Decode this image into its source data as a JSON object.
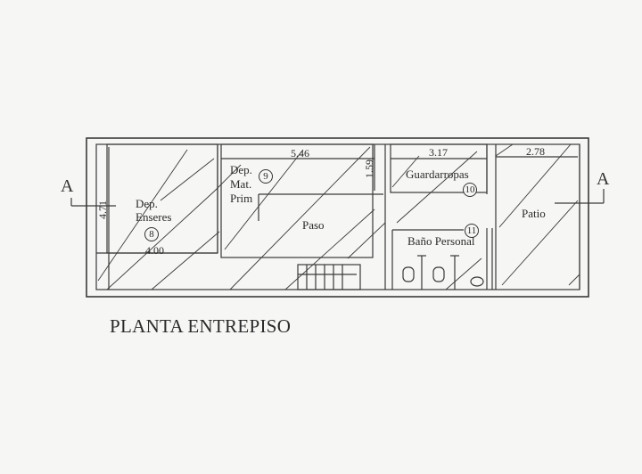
{
  "title": "PLANTA ENTREPISO",
  "section_marker": {
    "left": "A",
    "right": "A"
  },
  "rooms": [
    {
      "id": "8",
      "name_line1": "Dep.",
      "name_line2": "Enseres"
    },
    {
      "id": "9",
      "name_line1": "Dep.",
      "name_line2": "Mat.",
      "name_line3": "Prim"
    },
    {
      "id": "",
      "name": "Paso"
    },
    {
      "id": "10",
      "name": "Guardarropas"
    },
    {
      "id": "11",
      "name": "Baño Personal"
    },
    {
      "id": "",
      "name": "Patio"
    }
  ],
  "dimensions": {
    "enseres_width": "4.00",
    "enseres_height": "4.71",
    "mat_prim_width": "5.46",
    "mat_prim_height": "1.59",
    "guardarropas_width": "3.17",
    "patio_width": "2.78"
  }
}
